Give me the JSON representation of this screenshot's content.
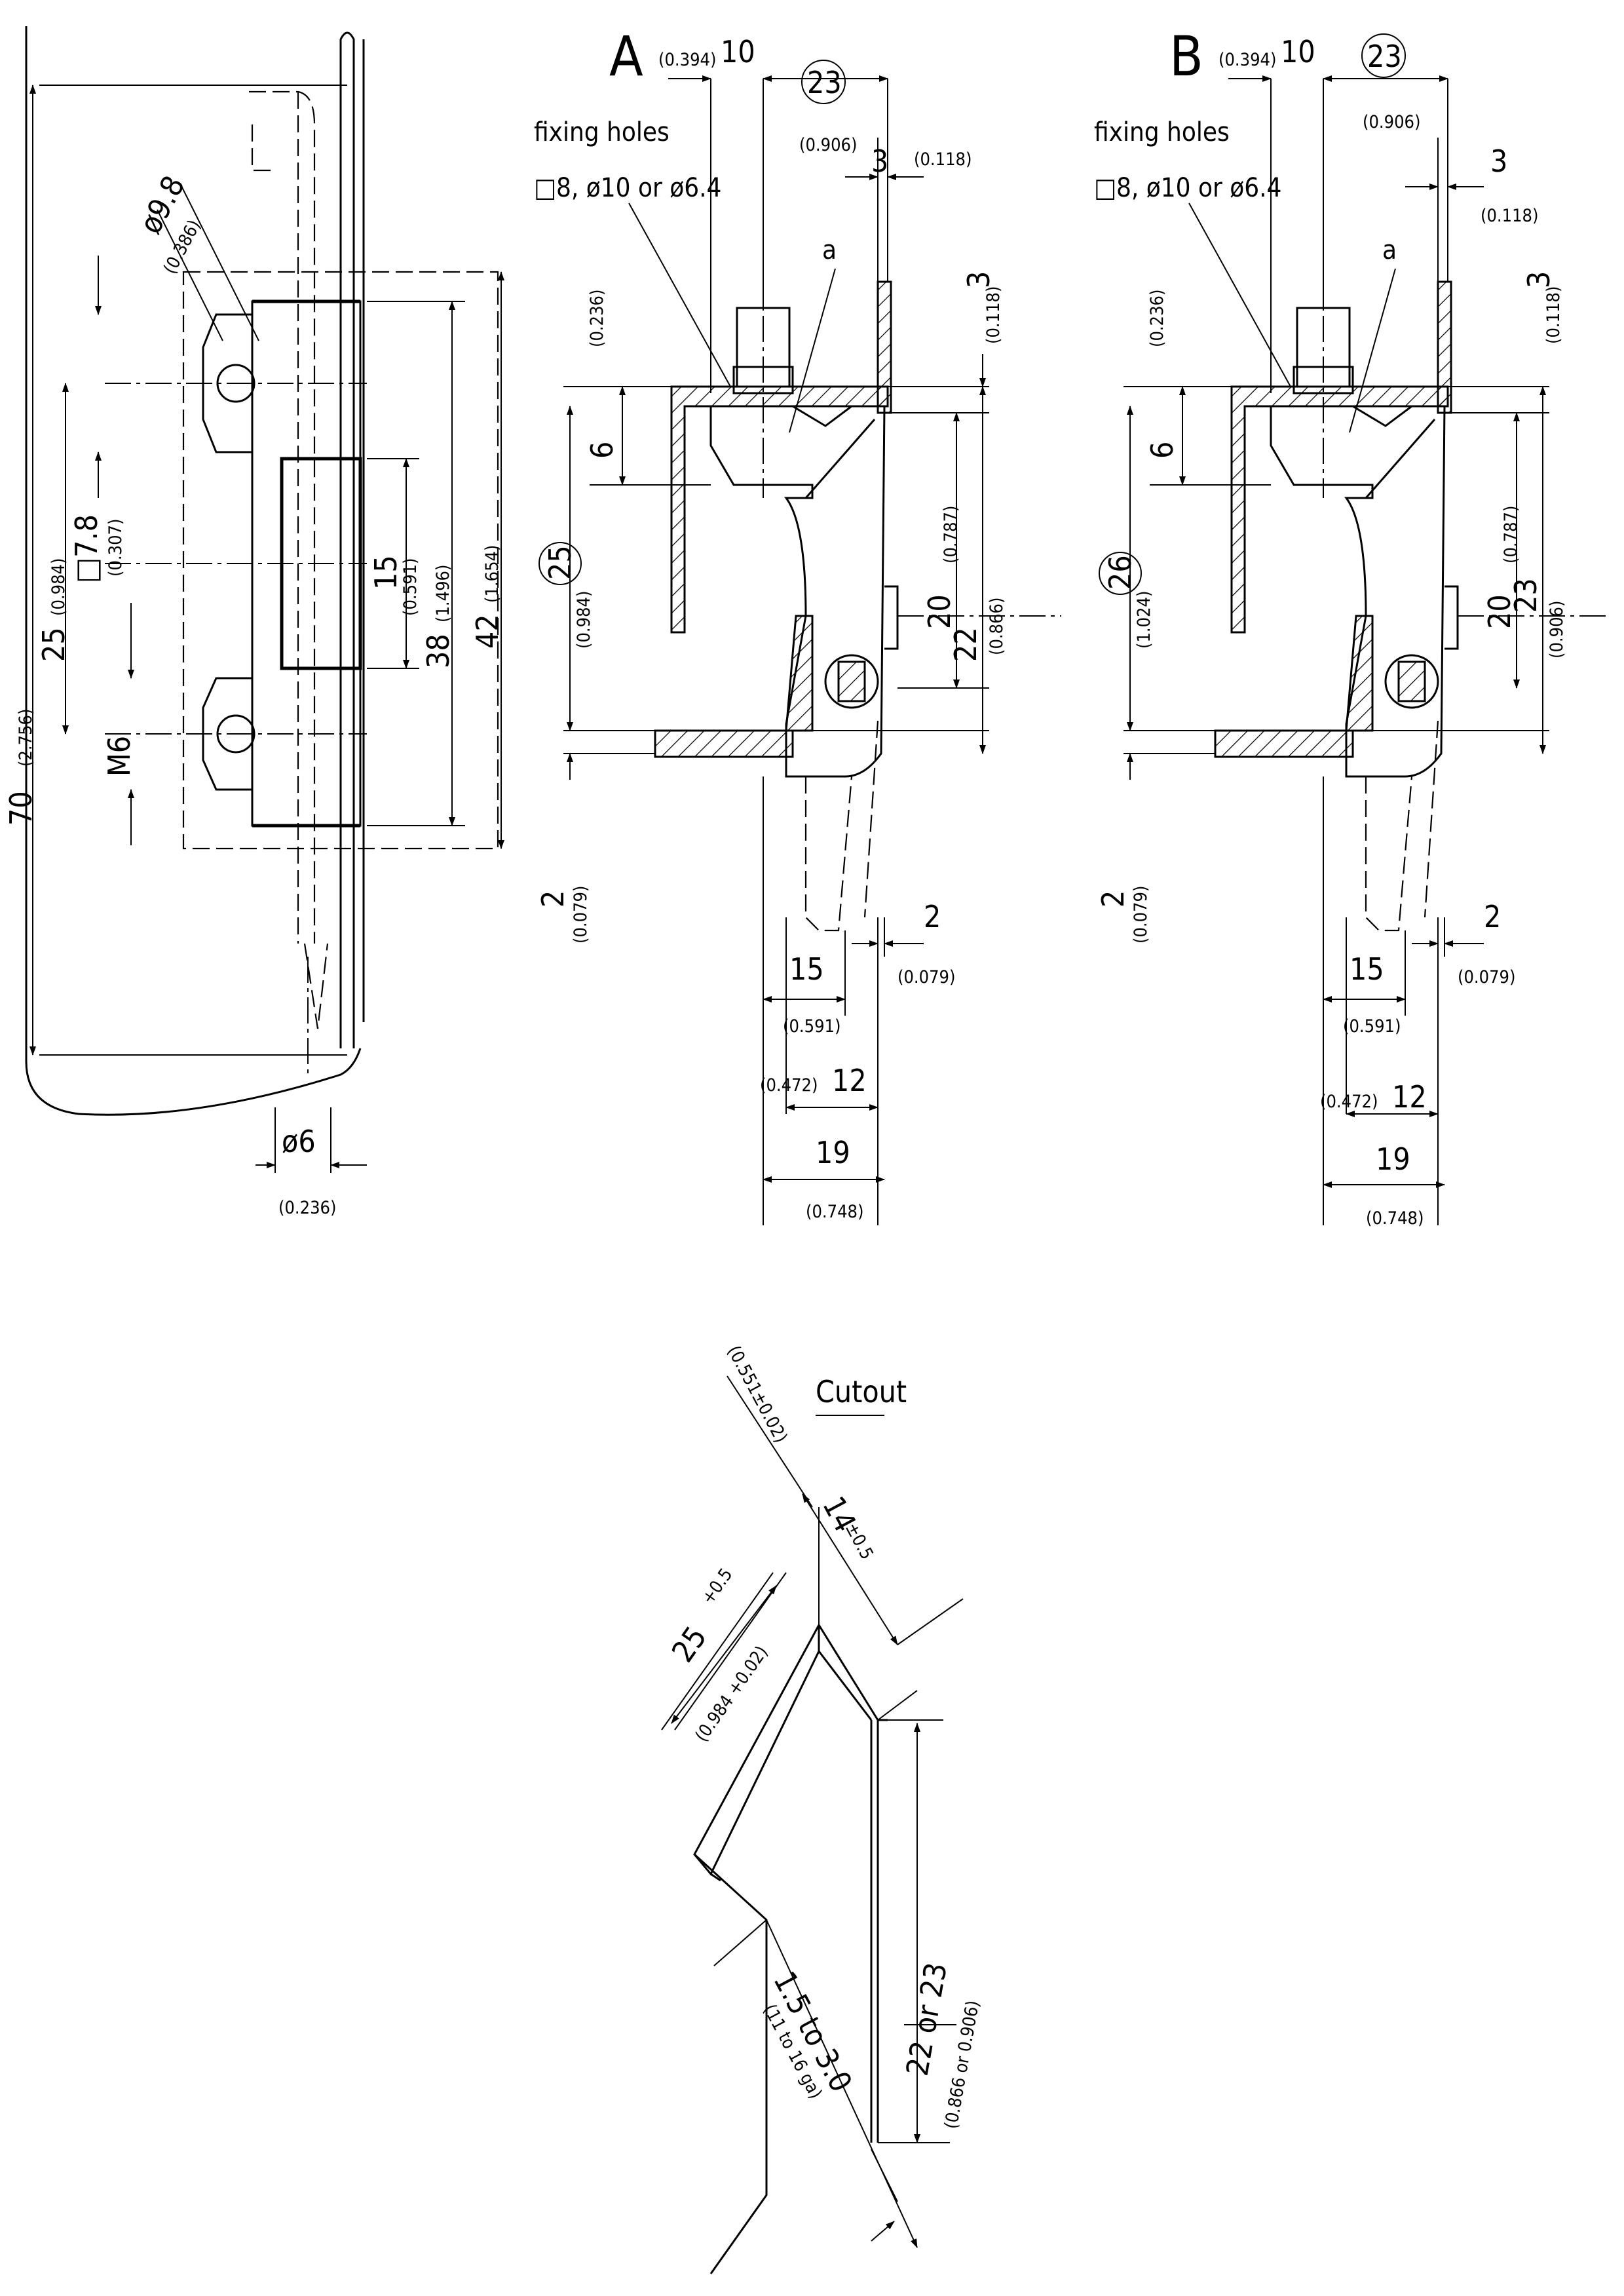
{
  "diagram": {
    "left_view": {
      "dims": {
        "d70": "70",
        "d70_in": "(2.756)",
        "d25": "25",
        "d25_in": "(0.984)",
        "sq78": "□7.8",
        "sq78_in": "(0.307)",
        "m6": "M6",
        "phi98": "ø9.8",
        "phi98_in": "(0.386)",
        "d15": "15",
        "d15_in": "(0.591)",
        "d38": "38",
        "d38_in": "(1.496)",
        "d42": "42",
        "d42_in": "(1.654)",
        "phi6": "ø6",
        "phi6_in": "(0.236)"
      }
    },
    "view_a": {
      "title": "A",
      "fixing_holes_line1": "fixing holes",
      "fixing_holes_line2": "□8, ø10 or ø6.4",
      "label_a": "a",
      "d10": "10",
      "d10_in": "(0.394)",
      "d23": "23",
      "d23_in": "(0.906)",
      "d3": "3",
      "d3_in": "(0.118)",
      "d3v": "3",
      "d3v_in": "(0.118)",
      "d6_in": "(0.236)",
      "d6": "6",
      "d25": "25",
      "d25_in": "(0.984)",
      "d20": "20",
      "d20_in": "(0.787)",
      "d22": "22",
      "d22_in": "(0.866)",
      "d2v": "2",
      "d2v_in": "(0.079)",
      "d15": "15",
      "d15_in": "(0.591)",
      "d2": "2",
      "d2_in": "(0.079)",
      "d12": "12",
      "d12_in": "(0.472)",
      "d19": "19",
      "d19_in": "(0.748)"
    },
    "view_b": {
      "title": "B",
      "fixing_holes_line1": "fixing holes",
      "fixing_holes_line2": "□8, ø10 or ø6.4",
      "label_a": "a",
      "d10": "10",
      "d10_in": "(0.394)",
      "d23": "23",
      "d23_in": "(0.906)",
      "d3": "3",
      "d3_in": "(0.118)",
      "d3v": "3",
      "d3v_in": "(0.118)",
      "d6_in": "(0.236)",
      "d6": "6",
      "d26": "26",
      "d26_in": "(1.024)",
      "d20": "20",
      "d20_in": "(0.787)",
      "d23v": "23",
      "d23v_in": "(0.906)",
      "d2v": "2",
      "d2v_in": "(0.079)",
      "d15": "15",
      "d15_in": "(0.591)",
      "d2": "2",
      "d2_in": "(0.079)",
      "d12": "12",
      "d12_in": "(0.472)",
      "d19": "19",
      "d19_in": "(0.748)"
    },
    "cutout": {
      "title": "Cutout",
      "tol_in": "(0.551±0.02)",
      "d14": "14",
      "d14_tol": "±0.5",
      "d25": "25",
      "d25_tol": "+0.5",
      "d25_in": "(0.984 +0.02)",
      "d22or23": "22 or 23",
      "d22or23_in": "(0.866 or 0.906)",
      "range": "1.5 to 3.0",
      "range_in": "(11 to 16 ga)"
    }
  }
}
